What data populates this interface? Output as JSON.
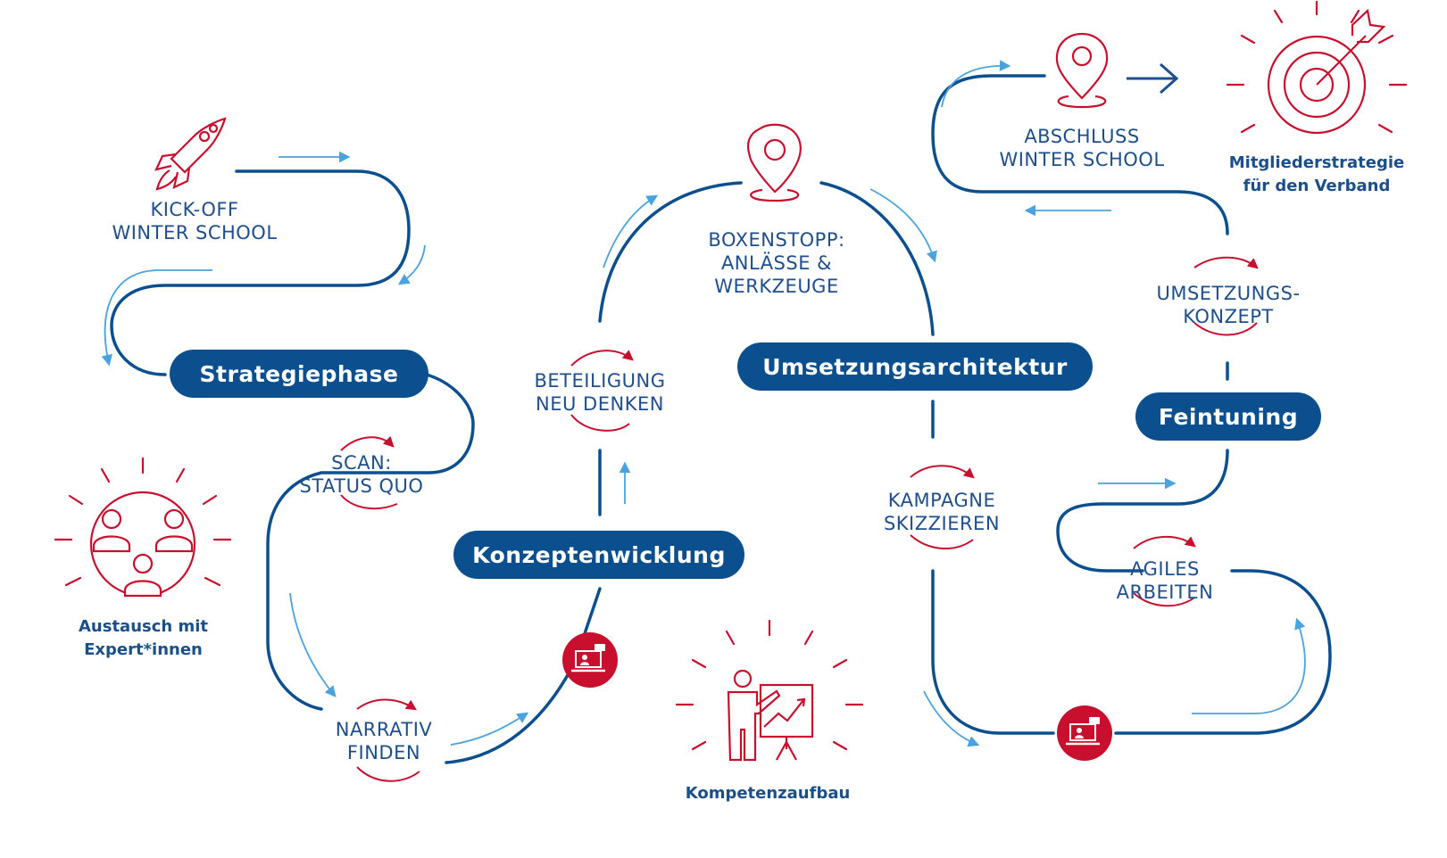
{
  "colors": {
    "navy": "#0b4f8e",
    "light_blue": "#4aa3dc",
    "red": "#c8102e"
  },
  "phases": {
    "strategie": "Strategiephase",
    "konzept": "Konzeptenwicklung",
    "umsetzung": "Umsetzungsarchitektur",
    "feintuning": "Feintuning"
  },
  "steps": {
    "kickoff": {
      "line1": "KICK-OFF",
      "line2": "WINTER SCHOOL"
    },
    "scan": {
      "line1": "SCAN:",
      "line2": "STATUS QUO"
    },
    "narrativ": {
      "line1": "NARRATIV",
      "line2": "FINDEN"
    },
    "beteiligung": {
      "line1": "BETEILIGUNG",
      "line2": "NEU DENKEN"
    },
    "boxenstopp": {
      "line1": "BOXENSTOPP:",
      "line2": "ANLÄSSE &",
      "line3": "WERKZEUGE"
    },
    "kampagne": {
      "line1": "KAMPAGNE",
      "line2": "SKIZZIEREN"
    },
    "agiles": {
      "line1": "AGILES",
      "line2": "ARBEITEN"
    },
    "umsetzungskonzept": {
      "line1": "UMSETZUNGS-",
      "line2": "KONZEPT"
    },
    "abschluss": {
      "line1": "ABSCHLUSS",
      "line2": "WINTER SCHOOL"
    }
  },
  "highlights": {
    "austausch": {
      "line1": "Austausch mit",
      "line2": "Expert*innen"
    },
    "kompetenz": "Kompetenzaufbau",
    "mitglieder": {
      "line1": "Mitgliederstrategie",
      "line2": "für den Verband"
    }
  },
  "icons": [
    "rocket-icon",
    "people-circle-icon",
    "presentation-chart-icon",
    "map-pin-icon",
    "target-icon",
    "video-call-icon"
  ]
}
